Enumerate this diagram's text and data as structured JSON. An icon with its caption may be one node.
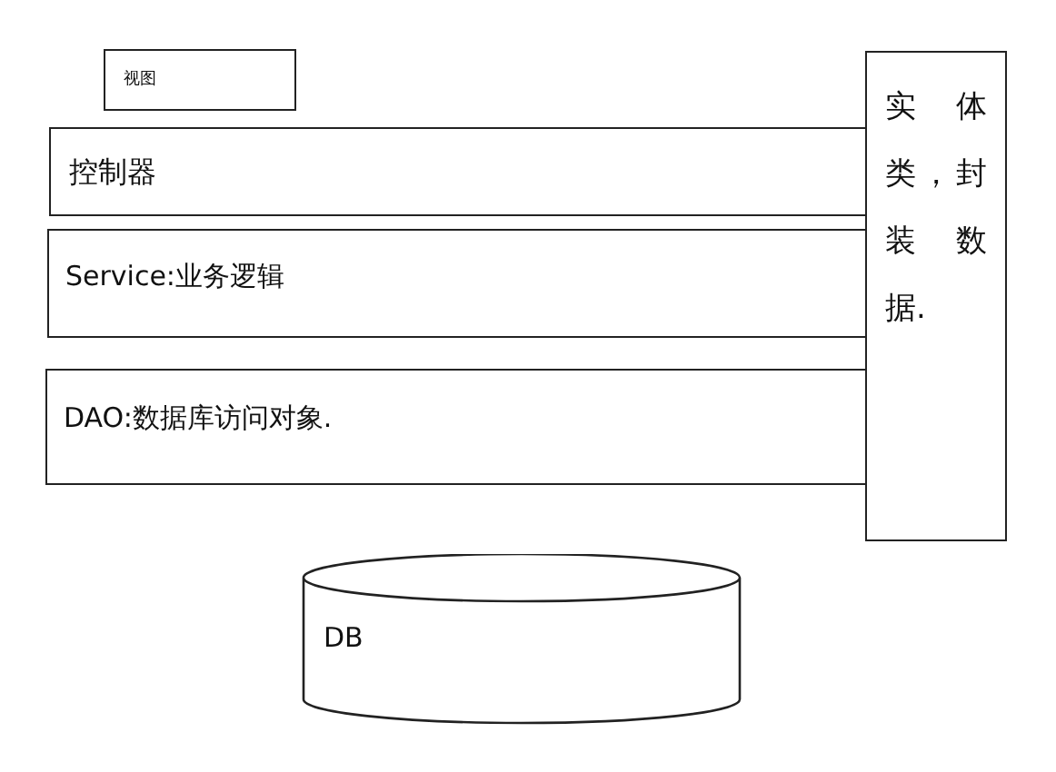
{
  "diagram": {
    "nodes": [
      {
        "text": [
          "视图"
        ]
      },
      {
        "text": [
          "控制器"
        ]
      },
      {
        "text": [
          "Service:业务逻辑"
        ]
      },
      {
        "text": [
          "DAO:数据库访问对象."
        ]
      },
      {
        "text": [
          "实体类，封装数据."
        ]
      },
      {
        "text": [
          "DB"
        ]
      }
    ]
  }
}
